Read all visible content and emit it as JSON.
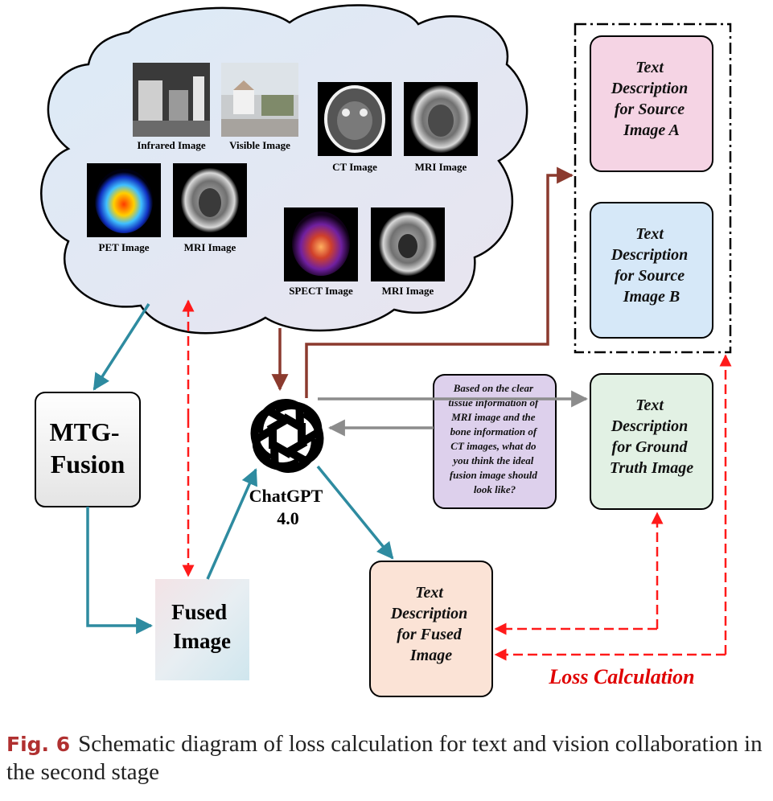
{
  "source_images": [
    {
      "label": "Infrared Image",
      "icon": "infrared-scene-image"
    },
    {
      "label": "Visible Image",
      "icon": "visible-scene-image"
    },
    {
      "label": "CT Image",
      "icon": "ct-scan-image"
    },
    {
      "label": "MRI Image",
      "icon": "mri-scan-image"
    },
    {
      "label": "PET Image",
      "icon": "pet-scan-image"
    },
    {
      "label": "MRI Image",
      "icon": "mri-scan-image"
    },
    {
      "label": "SPECT Image",
      "icon": "spect-scan-image"
    },
    {
      "label": "MRI Image",
      "icon": "mri-scan-image"
    }
  ],
  "nodes": {
    "mtg_fusion": {
      "line1": "MTG-",
      "line2": "Fusion"
    },
    "fused_image": {
      "line1": "Fused",
      "line2": "Image"
    },
    "chatgpt": {
      "line1": "ChatGPT",
      "line2": "4.0",
      "icon": "openai-logo-icon"
    },
    "text_source_a": {
      "lines": [
        "Text",
        "Description",
        "for Source",
        "Image A"
      ],
      "fill": "#f5d4e4"
    },
    "text_source_b": {
      "lines": [
        "Text",
        "Description",
        "for Source",
        "Image B"
      ],
      "fill": "#d6e8f8"
    },
    "text_ground_truth": {
      "lines": [
        "Text",
        "Description",
        "for Ground",
        "Truth Image"
      ],
      "fill": "#e2f1e4"
    },
    "text_fused": {
      "lines": [
        "Text",
        "Description",
        "for Fused",
        "Image"
      ],
      "fill": "#fbe3d6"
    },
    "prompt": {
      "lines": [
        "Based on the clear",
        "tissue information of",
        "MRI image and the",
        "bone information of",
        "CT images, what do",
        "you think the ideal",
        "fusion image should",
        "look like?"
      ],
      "fill": "#ddd0ec"
    }
  },
  "loss_label": "Loss Calculation",
  "colors": {
    "teal_arrow": "#2e8ba0",
    "brown_arrow": "#8b3a2e",
    "gray_arrow": "#8c8c8c",
    "red_dashed": "#ff1a1a",
    "loss_text": "#e00000"
  },
  "caption": {
    "fig_label": "Fig. 6",
    "text": "Schematic diagram of loss calculation for text and vision collaboration in the second stage"
  }
}
